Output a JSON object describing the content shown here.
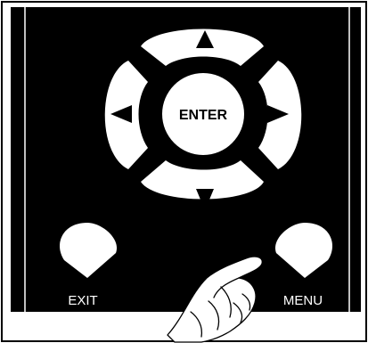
{
  "remote": {
    "enter_label": "ENTER",
    "exit_label": "EXIT",
    "menu_label": "MENU",
    "body_color": "#000000",
    "button_color": "#ffffff",
    "arrow_color": "#000000",
    "icons": [
      "arrow-up-icon",
      "arrow-down-icon",
      "arrow-left-icon",
      "arrow-right-icon",
      "pointing-hand-icon"
    ]
  }
}
